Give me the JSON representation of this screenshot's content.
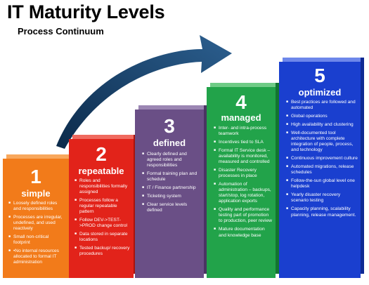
{
  "title": "IT Maturity Levels",
  "subtitle": "Process Continuum",
  "steps": [
    {
      "number": "1",
      "name": "simple",
      "color": "#f27b1a",
      "items": [
        "Loosely defined roles and responsibilities",
        "Processes are irregular, undefined, and used reactively",
        "Small non-critical footprint",
        "•No internal resources allocated to formal IT administration"
      ]
    },
    {
      "number": "2",
      "name": "repeatable",
      "color": "#e2231a",
      "items": [
        "Roles and responsibilities formally assigned",
        "Processes follow a regular repeatable pattern",
        "Follow DEV->TEST->PROD change control",
        "Data stored in separate locations",
        "Tested backup/ recovery procedures"
      ]
    },
    {
      "number": "3",
      "name": "defined",
      "color": "#6a4f86",
      "items": [
        "Clearly defined and agreed roles and responsibilities",
        "Formal training plan and schedule",
        "IT / Finance partnership",
        "Ticketing system",
        "Clear service levels defined"
      ]
    },
    {
      "number": "4",
      "name": "managed",
      "color": "#22a34a",
      "items": [
        "Inter- and intra-process teamwork",
        "Incentives tied to SLA",
        "Formal IT Service desk – availability is monitored, measured and controlled",
        "Disaster Recovery processes in place",
        "Automation of administration – backups, start/stop, log rotation, application exports",
        "Quality and performance testing part of promotion to production, peer review",
        "Mature documentation and knowledge base"
      ]
    },
    {
      "number": "5",
      "name": "optimized",
      "color": "#1a3fcf",
      "items": [
        "Best practices are followed and automated",
        "Global operations",
        "High availability and clustering",
        "Well-documented tool architecture with complete integration of people, process, and technology",
        "Continuous improvement culture",
        "Automated migrations, release schedules",
        "Follow-the-sun global level one helpdesk",
        "Yearly disaster recovery scenario testing",
        "Capacity planning, scalability planning, release management."
      ]
    }
  ]
}
